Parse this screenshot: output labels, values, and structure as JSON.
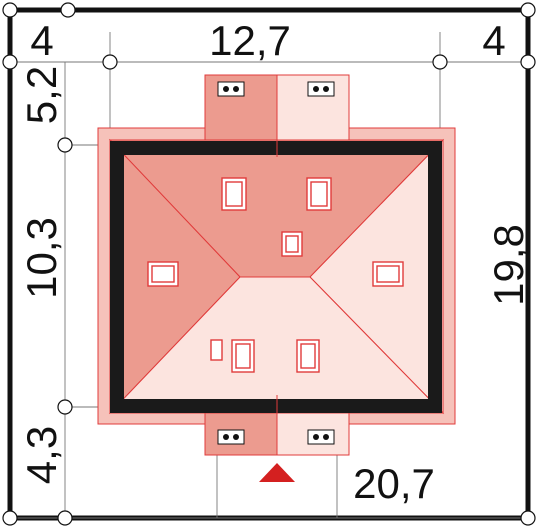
{
  "dimensions": {
    "left_setback": "4",
    "house_width": "12,7",
    "right_setback": "4",
    "top_setback": "5,2",
    "house_depth": "10,3",
    "bottom_setback": "4,3",
    "plot_depth": "19,8",
    "plot_width": "20,7"
  },
  "colors": {
    "roof_dark": "#ec9b8f",
    "roof_mid": "#f2a99e",
    "roof_light": "#fce4df",
    "wall": "#1a1a1a",
    "line": "#e03b3b",
    "arrow": "#d42020"
  },
  "icons": {
    "entrance": "entrance-arrow-icon",
    "chimney_vent": "chimney-vent-icon",
    "skylight": "roof-window-icon"
  }
}
